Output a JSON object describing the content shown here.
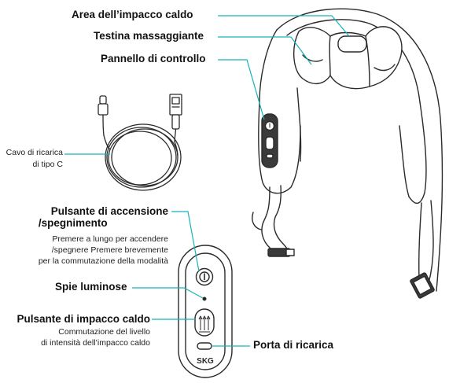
{
  "labels": {
    "heat_area": "Area dell’impacco caldo",
    "massage_head": "Testina massaggiante",
    "control_panel": "Pannello di controllo",
    "cable_line1": "Cavo di ricarica",
    "cable_line2": "di tipo C",
    "power_title_line1": "Pulsante di accensione",
    "power_title_line2": "/spegnimento",
    "power_desc_line1": "Premere a lungo per accendere",
    "power_desc_line2": "/spegnere Premere brevemente",
    "power_desc_line3": "per la commutazione della modalità",
    "indicator": "Spie luminose",
    "heat_button_title": "Pulsante di impacco caldo",
    "heat_desc_line1": "Commutazione del livello",
    "heat_desc_line2": "di intensità dell’impacco caldo",
    "charging_port": "Porta di ricarica"
  },
  "brand": "SKG",
  "colors": {
    "callout": "#17b3b8",
    "outline": "#2a2a2a",
    "device_fill": "#3a3a3a"
  }
}
